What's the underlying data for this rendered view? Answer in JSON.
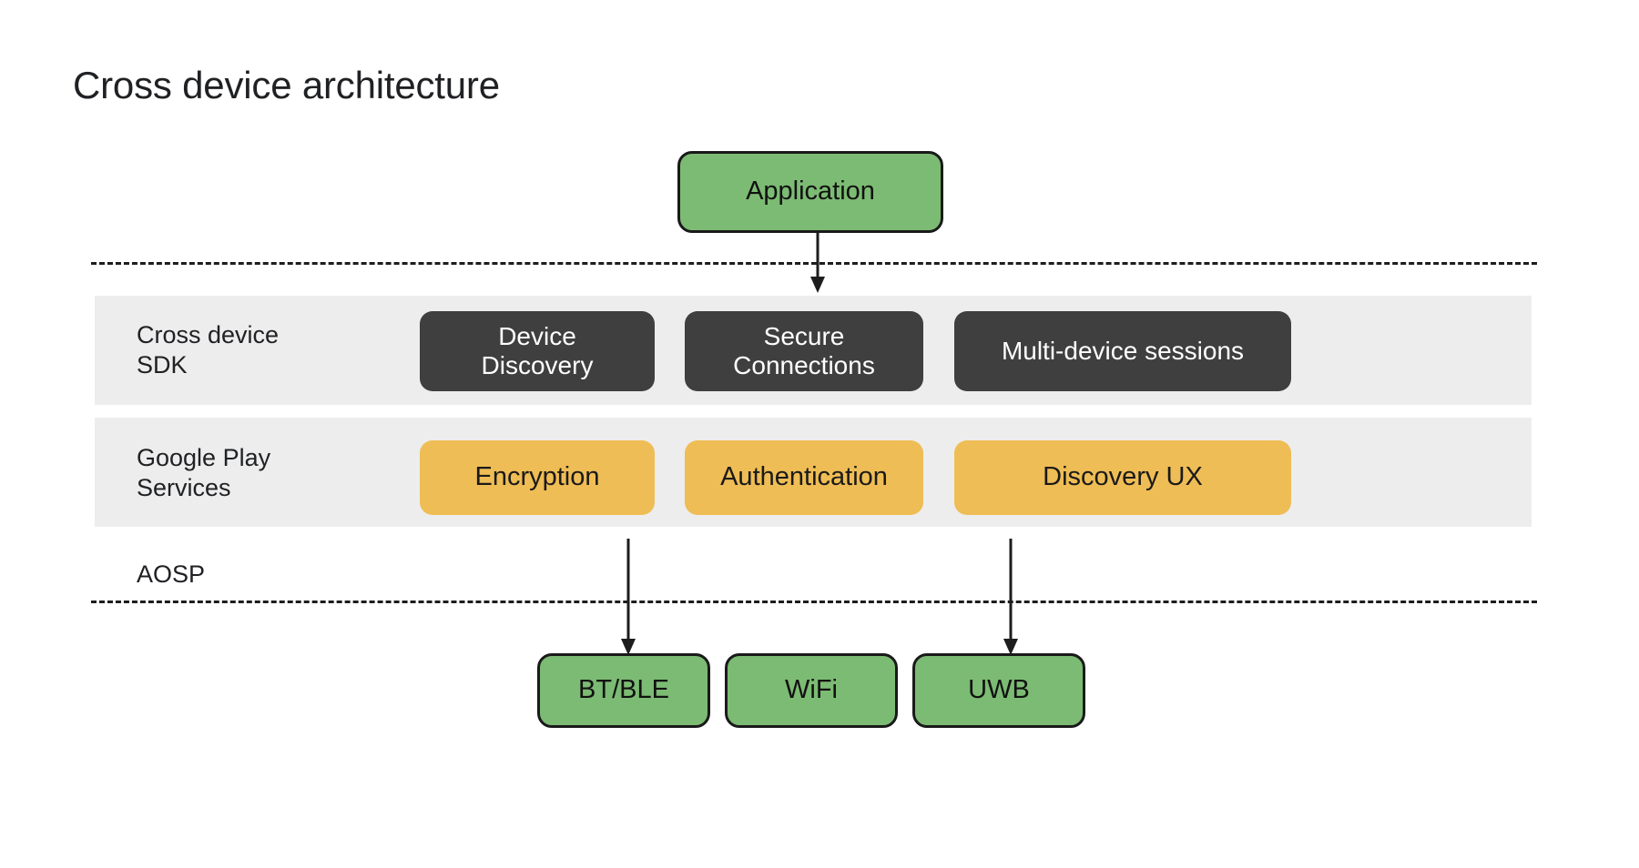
{
  "slide": {
    "title": "Cross device architecture",
    "background_color": "#FFFFFF"
  },
  "colors": {
    "green_node": "#7CBB73",
    "dark_node": "#3F3F3F",
    "amber_node": "#EFBD55",
    "band_gray": "#EDEDED",
    "line": "#1D1D1D",
    "text_dark": "#202124",
    "text_light": "#FFFFFF"
  },
  "top_layer": {
    "application": {
      "label": "Application"
    }
  },
  "layers": [
    {
      "id": "cross-device-sdk",
      "label": "Cross device\nSDK",
      "label_lines": [
        "Cross device",
        "SDK"
      ],
      "style": "dark",
      "items": [
        {
          "label": "Device\nDiscovery",
          "lines": [
            "Device",
            "Discovery"
          ]
        },
        {
          "label": "Secure\nConnections",
          "lines": [
            "Secure",
            "Connections"
          ]
        },
        {
          "label": "Multi-device sessions",
          "lines": [
            "Multi-device sessions"
          ]
        }
      ]
    },
    {
      "id": "google-play-services",
      "label": "Google Play\nServices",
      "label_lines": [
        "Google Play",
        "Services"
      ],
      "style": "amber",
      "items": [
        {
          "label": "Encryption",
          "lines": [
            "Encryption"
          ]
        },
        {
          "label": "Authentication",
          "lines": [
            "Authentication"
          ]
        },
        {
          "label": "Discovery UX",
          "lines": [
            "Discovery UX"
          ]
        }
      ]
    },
    {
      "id": "aosp",
      "label": "AOSP",
      "label_lines": [
        "AOSP"
      ],
      "style": "plain",
      "items": []
    }
  ],
  "bottom_layer": {
    "items": [
      {
        "label": "BT/BLE"
      },
      {
        "label": "WiFi"
      },
      {
        "label": "UWB"
      }
    ]
  },
  "connectors": [
    {
      "from": "application",
      "to": "cross-device-sdk",
      "direction": "down"
    },
    {
      "from": "encryption",
      "to": "bt-ble",
      "direction": "down"
    },
    {
      "from": "discovery-ux",
      "to": "uwb",
      "direction": "down"
    }
  ],
  "separators": [
    {
      "id": "upper-dashed-divider",
      "style": "dashed"
    },
    {
      "id": "lower-dashed-divider",
      "style": "dashed"
    }
  ]
}
